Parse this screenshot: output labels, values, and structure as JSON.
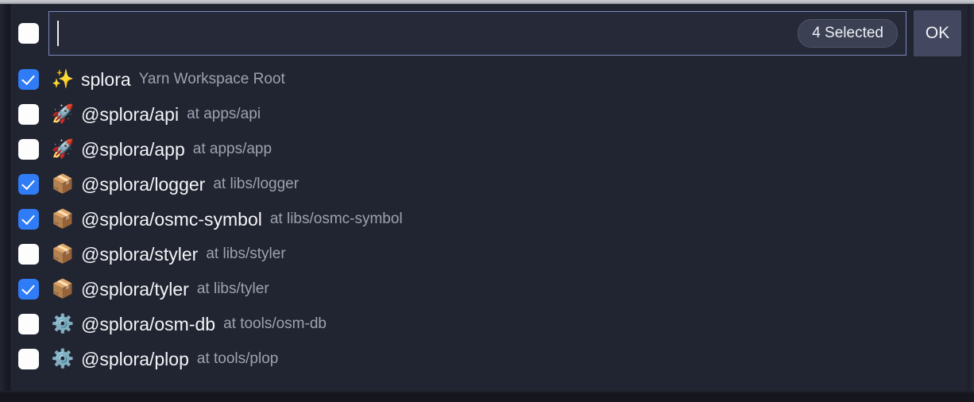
{
  "dialog": {
    "select_all_checked": false,
    "search": {
      "value": "",
      "placeholder": ""
    },
    "selected_badge": "4 Selected",
    "ok_label": "OK"
  },
  "colors": {
    "panel_bg": "#212431",
    "checkbox_checked": "#2f7cf6",
    "checkbox_unchecked": "#fdfdfd",
    "input_border": "#7d88bd",
    "badge_bg": "#3b4053",
    "ok_bg": "#434860",
    "name_text": "#f4f5f8",
    "location_text": "#9ea2ae"
  },
  "items": [
    {
      "checked": true,
      "icon": "sparkles-icon",
      "glyph": "✨",
      "name": "splora",
      "location": "Yarn Workspace Root"
    },
    {
      "checked": false,
      "icon": "rocket-icon",
      "glyph": "🚀",
      "name": "@splora/api",
      "location": "at apps/api"
    },
    {
      "checked": false,
      "icon": "rocket-icon",
      "glyph": "🚀",
      "name": "@splora/app",
      "location": "at apps/app"
    },
    {
      "checked": true,
      "icon": "package-icon",
      "glyph": "📦",
      "name": "@splora/logger",
      "location": "at libs/logger"
    },
    {
      "checked": true,
      "icon": "package-icon",
      "glyph": "📦",
      "name": "@splora/osmc-symbol",
      "location": "at libs/osmc-symbol"
    },
    {
      "checked": false,
      "icon": "package-icon",
      "glyph": "📦",
      "name": "@splora/styler",
      "location": "at libs/styler"
    },
    {
      "checked": true,
      "icon": "package-icon",
      "glyph": "📦",
      "name": "@splora/tyler",
      "location": "at libs/tyler"
    },
    {
      "checked": false,
      "icon": "gear-icon",
      "glyph": "⚙️",
      "name": "@splora/osm-db",
      "location": "at tools/osm-db"
    },
    {
      "checked": false,
      "icon": "gear-icon",
      "glyph": "⚙️",
      "name": "@splora/plop",
      "location": "at tools/plop"
    }
  ]
}
